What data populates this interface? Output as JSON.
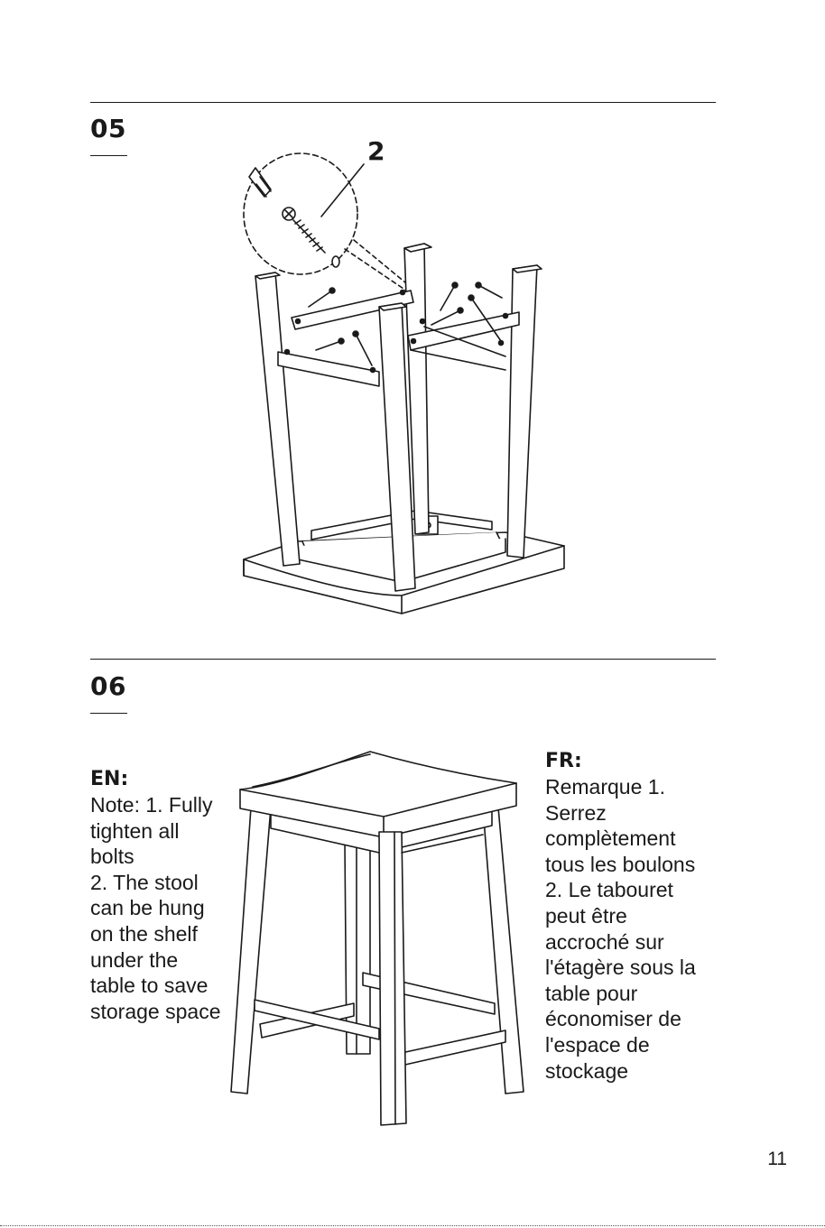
{
  "steps": [
    {
      "number": "05",
      "callout_label": "2"
    },
    {
      "number": "06"
    }
  ],
  "notes": {
    "en": {
      "heading": "EN:",
      "lines": [
        "Note: 1. Fully",
        "tighten all",
        "bolts",
        "2. The stool",
        "can be hung",
        "on the shelf",
        "under the",
        "table to save",
        "storage space"
      ]
    },
    "fr": {
      "heading": "FR:",
      "lines": [
        "Remarque 1.",
        "Serrez",
        "complètement",
        "tous les boulons",
        "2. Le tabouret",
        "peut être",
        "accroché sur",
        "l'étagère sous la",
        "table pour",
        "économiser de",
        "l'espace de",
        "stockage"
      ]
    }
  },
  "page_number": "11"
}
